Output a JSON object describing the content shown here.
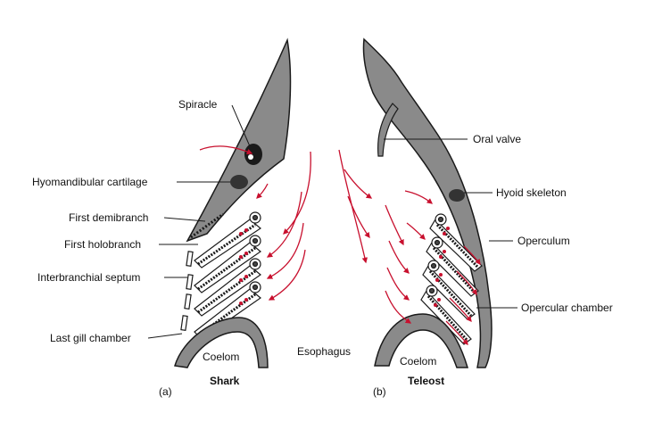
{
  "colors": {
    "tissue": "#8a8a8a",
    "outline": "#1a1a1a",
    "arrow": "#c8102e",
    "background": "#ffffff"
  },
  "shark": {
    "panel_letter": "(a)",
    "name": "Shark",
    "labels": {
      "spiracle": "Spiracle",
      "hyomandibular": "Hyomandibular cartilage",
      "first_demibranch": "First demibranch",
      "first_holobranch": "First holobranch",
      "interbranchial": "Interbranchial septum",
      "last_gill": "Last gill chamber",
      "coelom": "Coelom"
    }
  },
  "center": {
    "esophagus": "Esophagus"
  },
  "teleost": {
    "panel_letter": "(b)",
    "name": "Teleost",
    "labels": {
      "oral_valve": "Oral valve",
      "hyoid": "Hyoid skeleton",
      "operculum": "Operculum",
      "opercular_chamber": "Opercular chamber",
      "coelom": "Coelom"
    }
  }
}
